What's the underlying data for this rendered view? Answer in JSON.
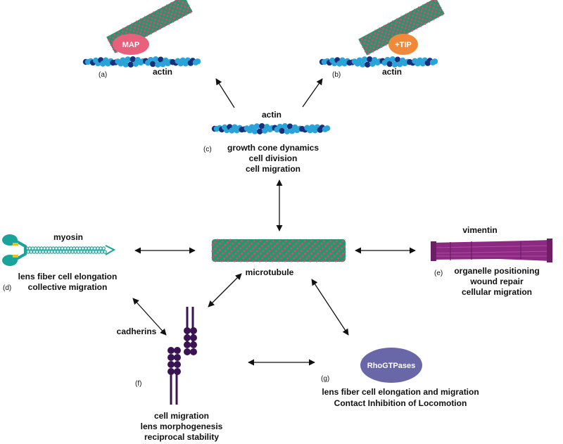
{
  "panels": {
    "a": {
      "tag": "(a)",
      "pill": "MAP",
      "label": "actin"
    },
    "b": {
      "tag": "(b)",
      "pill": "+TIP",
      "label": "actin"
    },
    "c": {
      "tag": "(c)",
      "title": "actin",
      "lines": [
        "growth cone dynamics",
        "cell division",
        "cell migration"
      ]
    },
    "d": {
      "tag": "(d)",
      "title": "myosin",
      "lines": [
        "lens fiber cell elongation",
        "collective migration"
      ]
    },
    "e": {
      "tag": "(e)",
      "title": "vimentin",
      "lines": [
        "organelle positioning",
        "wound repair",
        "cellular migration"
      ]
    },
    "f": {
      "tag": "(f)",
      "title": "cadherins",
      "lines": [
        "cell migration",
        "lens morphogenesis",
        "reciprocal stability"
      ]
    },
    "g": {
      "tag": "(g)",
      "pill": "RhoGTPases",
      "lines": [
        "lens fiber cell elongation and migration",
        "Contact Inhibition of Locomotion"
      ]
    }
  },
  "center": {
    "label": "microtubule"
  },
  "colors": {
    "actin_light": "#2aa3d8",
    "actin_dark": "#1a2f7a",
    "tubulin_green": "#1e9a6a",
    "tubulin_pink": "#e0457a",
    "map_pill": "#e8607c",
    "tip_pill": "#f08a3a",
    "vimentin": "#8b2a80",
    "cadherin": "#3a1452",
    "rhogtpase": "#6a67a8",
    "myosin_teal": "#1aa39a",
    "myosin_yellow": "#e8c21a"
  }
}
